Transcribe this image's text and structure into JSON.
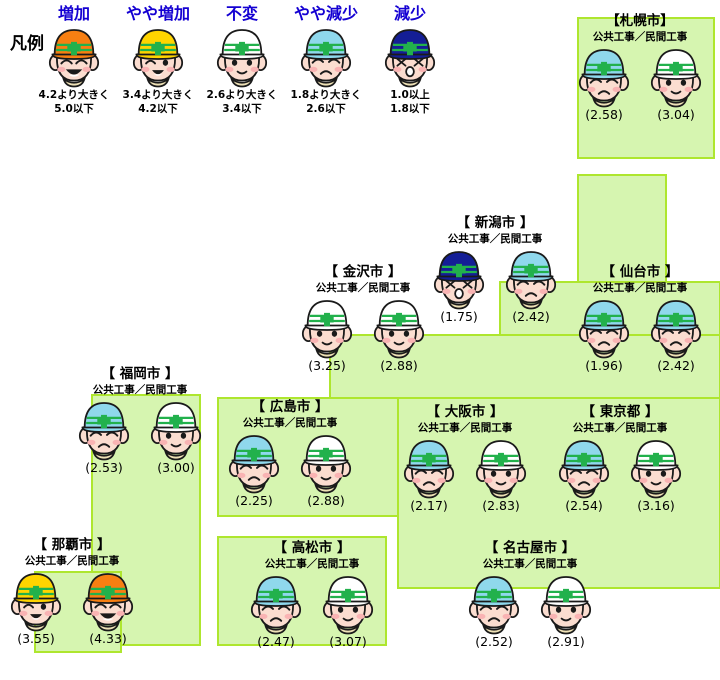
{
  "legend": {
    "label": "凡例",
    "categories": [
      {
        "name": "増加",
        "range_line1": "4.2より大きく",
        "range_line2": "5.0以下",
        "helmet_color": "#F77F12",
        "face": "happy-big",
        "icon": "worker-increase-icon"
      },
      {
        "name": "やや増加",
        "range_line1": "3.4より大きく",
        "range_line2": "4.2以下",
        "helmet_color": "#FFD400",
        "face": "happy-wink",
        "icon": "worker-slight-increase-icon"
      },
      {
        "name": "不変",
        "range_line1": "2.6より大きく",
        "range_line2": "3.4以下",
        "helmet_color": "#FFFFFF",
        "face": "neutral",
        "icon": "worker-unchanged-icon"
      },
      {
        "name": "やや減少",
        "range_line1": "1.8より大きく",
        "range_line2": "2.6以下",
        "helmet_color": "#8FD8EC",
        "face": "sad",
        "icon": "worker-slight-decrease-icon"
      },
      {
        "name": "減少",
        "range_line1": "1.0以上",
        "range_line2": "1.8以下",
        "helmet_color": "#141E96",
        "face": "decrease",
        "icon": "worker-decrease-icon"
      }
    ]
  },
  "work_types_label": "公共工事／民間工事",
  "cities": [
    {
      "name": "【札幌市】",
      "sub": "公共工事／民間工事",
      "public": {
        "value": "(2.58)",
        "helmet_color": "#8FD8EC",
        "face": "sad"
      },
      "private": {
        "value": "(3.04)",
        "helmet_color": "#FFFFFF",
        "face": "neutral"
      }
    },
    {
      "name": "【 新潟市 】",
      "sub": "公共工事／民間工事",
      "public": {
        "value": "(1.75)",
        "helmet_color": "#141E96",
        "face": "decrease"
      },
      "private": {
        "value": "(2.42)",
        "helmet_color": "#8FD8EC",
        "face": "sad"
      }
    },
    {
      "name": "【 仙台市 】",
      "sub": "公共工事／民間工事",
      "public": {
        "value": "(1.96)",
        "helmet_color": "#8FD8EC",
        "face": "sad"
      },
      "private": {
        "value": "(2.42)",
        "helmet_color": "#8FD8EC",
        "face": "sad"
      }
    },
    {
      "name": "【 金沢市 】",
      "sub": "公共工事／民間工事",
      "public": {
        "value": "(3.25)",
        "helmet_color": "#FFFFFF",
        "face": "neutral"
      },
      "private": {
        "value": "(2.88)",
        "helmet_color": "#FFFFFF",
        "face": "neutral"
      }
    },
    {
      "name": "【 福岡市 】",
      "sub": "公共工事／民間工事",
      "public": {
        "value": "(2.53)",
        "helmet_color": "#8FD8EC",
        "face": "sad"
      },
      "private": {
        "value": "(3.00)",
        "helmet_color": "#FFFFFF",
        "face": "neutral"
      }
    },
    {
      "name": "【 広島市 】",
      "sub": "公共工事／民間工事",
      "public": {
        "value": "(2.25)",
        "helmet_color": "#8FD8EC",
        "face": "sad"
      },
      "private": {
        "value": "(2.88)",
        "helmet_color": "#FFFFFF",
        "face": "neutral"
      }
    },
    {
      "name": "【 大阪市 】",
      "sub": "公共工事／民間工事",
      "public": {
        "value": "(2.17)",
        "helmet_color": "#8FD8EC",
        "face": "sad"
      },
      "private": {
        "value": "(2.83)",
        "helmet_color": "#FFFFFF",
        "face": "neutral"
      }
    },
    {
      "name": "【 東京都 】",
      "sub": "公共工事／民間工事",
      "public": {
        "value": "(2.54)",
        "helmet_color": "#8FD8EC",
        "face": "sad"
      },
      "private": {
        "value": "(3.16)",
        "helmet_color": "#FFFFFF",
        "face": "neutral"
      }
    },
    {
      "name": "【 那覇市 】",
      "sub": "公共工事／民間工事",
      "public": {
        "value": "(3.55)",
        "helmet_color": "#FFD400",
        "face": "happy-wink"
      },
      "private": {
        "value": "(4.33)",
        "helmet_color": "#F77F12",
        "face": "happy-big"
      }
    },
    {
      "name": "【 高松市 】",
      "sub": "公共工事／民間工事",
      "public": {
        "value": "(2.47)",
        "helmet_color": "#8FD8EC",
        "face": "sad"
      },
      "private": {
        "value": "(3.07)",
        "helmet_color": "#FFFFFF",
        "face": "neutral"
      }
    },
    {
      "name": "【 名古屋市 】",
      "sub": "公共工事／民間工事",
      "public": {
        "value": "(2.52)",
        "helmet_color": "#8FD8EC",
        "face": "sad"
      },
      "private": {
        "value": "(2.91)",
        "helmet_color": "#FFFFFF",
        "face": "neutral"
      }
    }
  ],
  "colors": {
    "map_fill": "#D6F5B0",
    "map_stroke": "#AEE62E",
    "legend_title": "#1400d2",
    "helmet_band": "#22B14C",
    "skin": "#FBDDD0",
    "blush": "#F9B3B3",
    "collar": "#EDE0B5"
  }
}
